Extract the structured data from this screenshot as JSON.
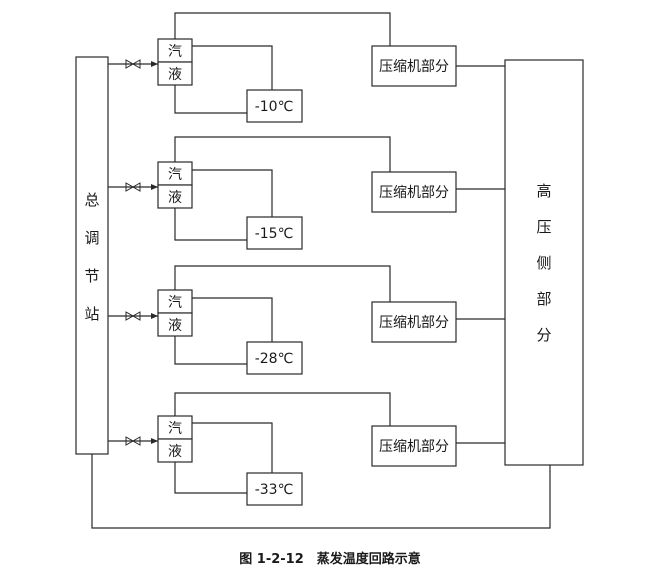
{
  "diagram": {
    "main_station_chars": [
      "总",
      "调",
      "节",
      "站"
    ],
    "high_pressure_chars": [
      "高",
      "压",
      "侧",
      "部",
      "分"
    ],
    "rows": [
      {
        "vapor": "汽",
        "liquid": "液",
        "temperature": "-10℃",
        "compressor": "压缩机部分"
      },
      {
        "vapor": "汽",
        "liquid": "液",
        "temperature": "-15℃",
        "compressor": "压缩机部分"
      },
      {
        "vapor": "汽",
        "liquid": "液",
        "temperature": "-28℃",
        "compressor": "压缩机部分"
      },
      {
        "vapor": "汽",
        "liquid": "液",
        "temperature": "-33℃",
        "compressor": "压缩机部分"
      }
    ],
    "caption": "图 1-2-12　蒸发温度回路示意"
  }
}
